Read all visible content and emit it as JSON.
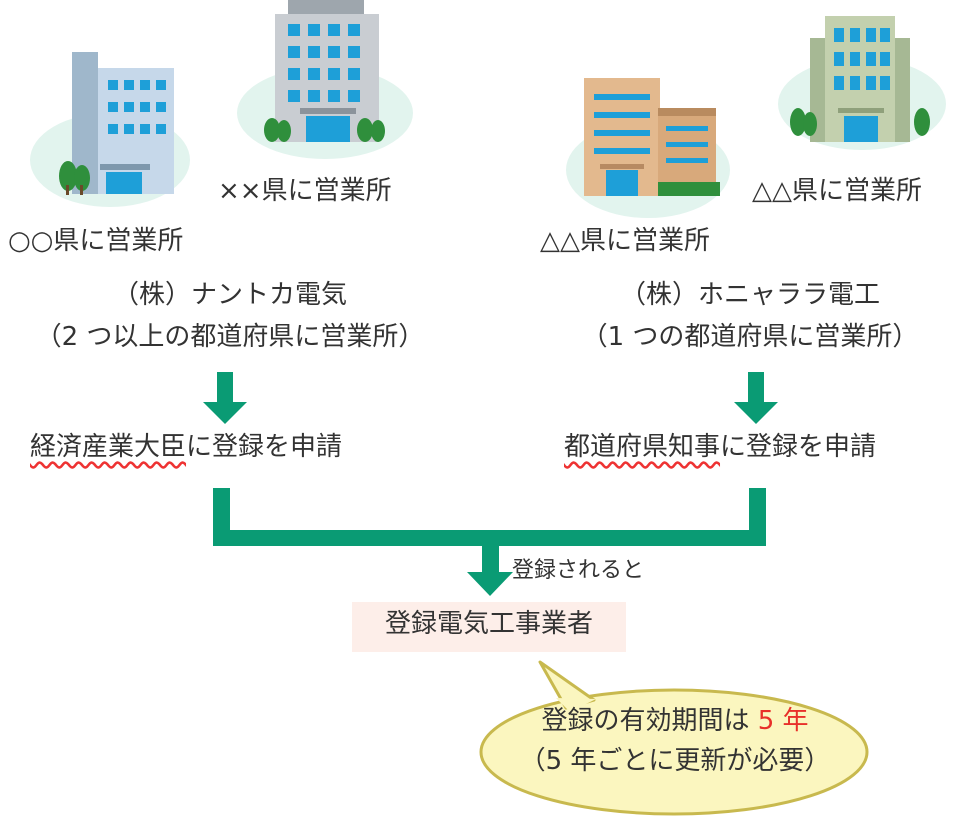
{
  "colors": {
    "arrow": "#0a9b74",
    "accent": "#e8302a",
    "wavy_underline": "#e33",
    "box_bg": "#fdeee9",
    "bubble": "#fbf6bf",
    "bubble_border": "#c8b94e"
  },
  "left": {
    "office_1": "○○県に営業所",
    "office_2": "××県に営業所",
    "company_name": "（株）ナントカ電気",
    "company_note": "（2 つ以上の都道府県に営業所）",
    "registration_prefix_underlined": "経済産業大臣",
    "registration_suffix": "に登録を申請"
  },
  "right": {
    "office_1": "△△県に営業所",
    "office_2": "△△県に営業所",
    "company_name": "（株）ホニャララ電工",
    "company_note": "（1 つの都道府県に営業所）",
    "registration_prefix_underlined": "都道府県知事",
    "registration_suffix": "に登録を申請"
  },
  "flow": {
    "merge_label": "登録されると",
    "result": "登録電気工事業者"
  },
  "bubble": {
    "line1_prefix": "登録の有効期間は ",
    "line1_highlight": "5 年",
    "line2": "（5 年ごとに更新が必要）"
  }
}
